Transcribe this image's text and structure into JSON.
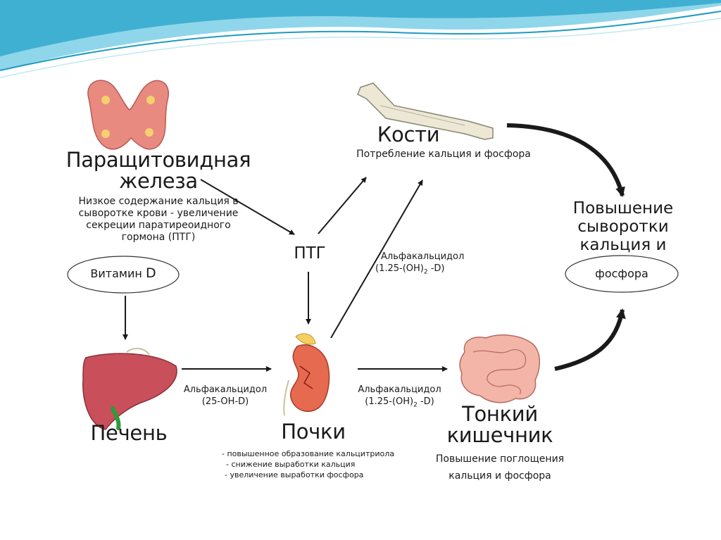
{
  "parathyroid": {
    "title_line1": "Паращитовидная",
    "title_line2": "железа",
    "desc": [
      "Низкое содержание кальция в",
      "сыворотке крови - увеличение",
      "секреции паратиреоидного",
      "гормона (ПТГ)"
    ]
  },
  "bones": {
    "title": "Кости",
    "desc": "Потребление кальция и фосфора"
  },
  "pth": {
    "label": "ПТГ"
  },
  "vitamin_d": {
    "label_a": "Витамин",
    "label_b": "D"
  },
  "liver": {
    "title": "Печень"
  },
  "kidneys": {
    "title": "Почки",
    "desc": [
      "- повышенное образование кальцитриола",
      "- снижение выработки кальция",
      "- увеличение выработки фосфора"
    ]
  },
  "intestine": {
    "title_line1": "Тонкий",
    "title_line2": "кишечник",
    "desc": [
      "Повышение поглощения",
      "кальция и фосфора"
    ]
  },
  "result": {
    "line1": "Повышение",
    "line2": "сыворотки",
    "line3": "кальция и",
    "ellipse_text": "фосфора"
  },
  "arrow_labels": {
    "liver_kidney_name": "Альфакальцидол",
    "liver_kidney_formula": "(25-OH-D)",
    "kidney_bone_name": "Альфакальцидол",
    "kidney_bone_formula_a": "(1.25-(OH)",
    "kidney_bone_formula_sub": "2",
    "kidney_bone_formula_b": " -D)",
    "kidney_intestine_name": "Альфакальцидол",
    "kidney_intestine_formula_a": "(1.25-(OH)",
    "kidney_intestine_formula_sub": "2",
    "kidney_intestine_formula_b": " -D)"
  },
  "colors": {
    "wave_dark": "#1e9cc0",
    "wave_light": "#7fd0e6",
    "thyroid": "#e88a80",
    "bone": "#ece8d5",
    "liver": "#c9505a",
    "kidney": "#e66a50",
    "intestine": "#f3b5a8",
    "arrow": "#1a1a1a"
  }
}
